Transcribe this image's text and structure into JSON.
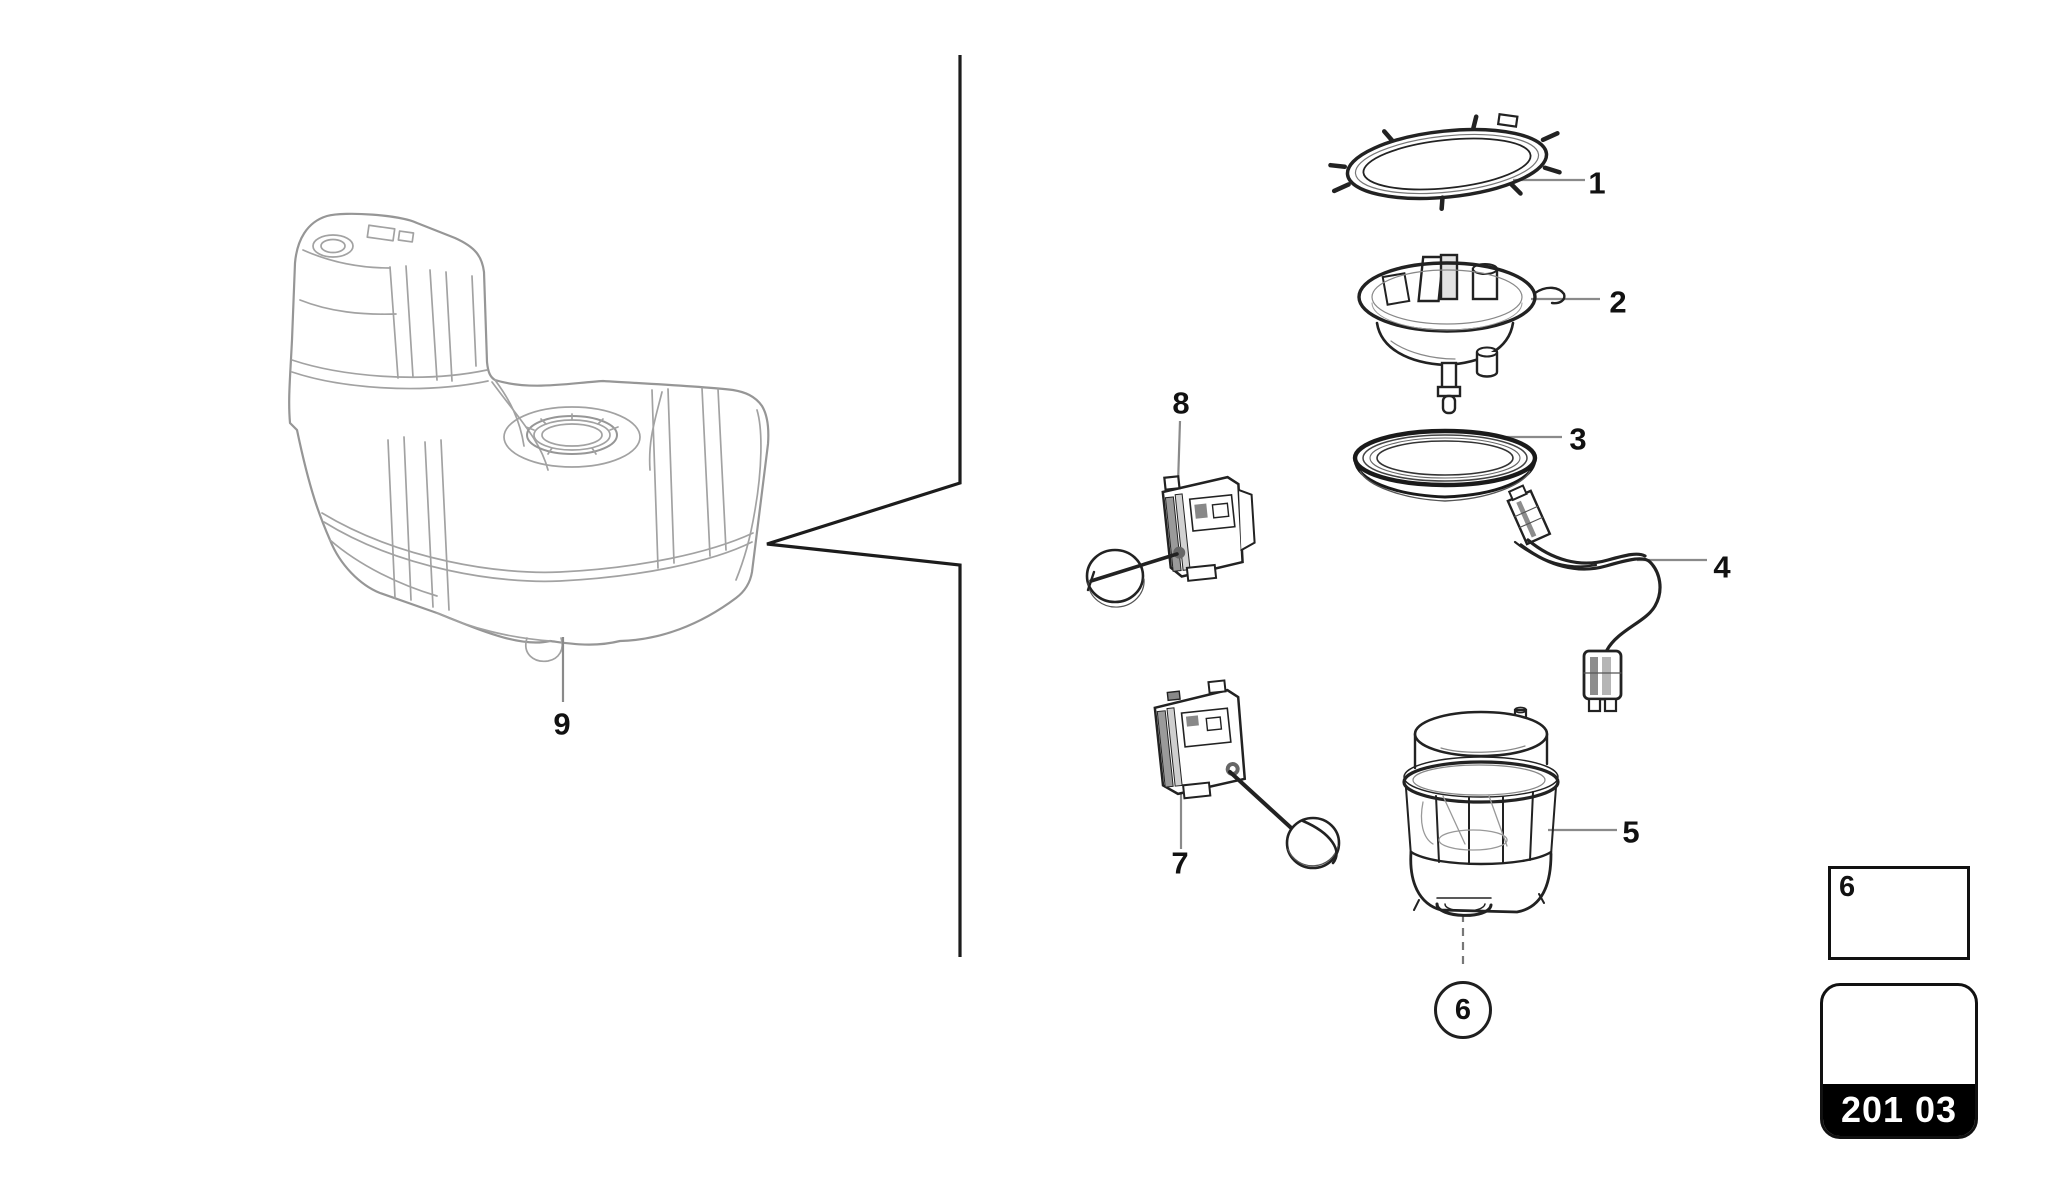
{
  "diagram": {
    "callouts": [
      {
        "label": "1"
      },
      {
        "label": "2"
      },
      {
        "label": "3"
      },
      {
        "label": "4"
      },
      {
        "label": "5"
      },
      {
        "label": "6"
      },
      {
        "label": "7"
      },
      {
        "label": "8"
      },
      {
        "label": "9"
      }
    ],
    "circled_callout": {
      "label": "6"
    },
    "inset_ref": {
      "label": "6",
      "icon": "seal-ring-side-view-icon"
    },
    "section_badge": {
      "code": "201 03",
      "icon": "exploded-view-arrow-icon"
    },
    "colors": {
      "ink": "#1f1f1f",
      "tank_line": "#a2a2a2",
      "leader_line": "#8a8a8a",
      "divider_line": "#1c1c1c",
      "badge_bg": "#000000",
      "badge_fg": "#ffffff",
      "fill_gray": "#9c9c9c"
    }
  }
}
